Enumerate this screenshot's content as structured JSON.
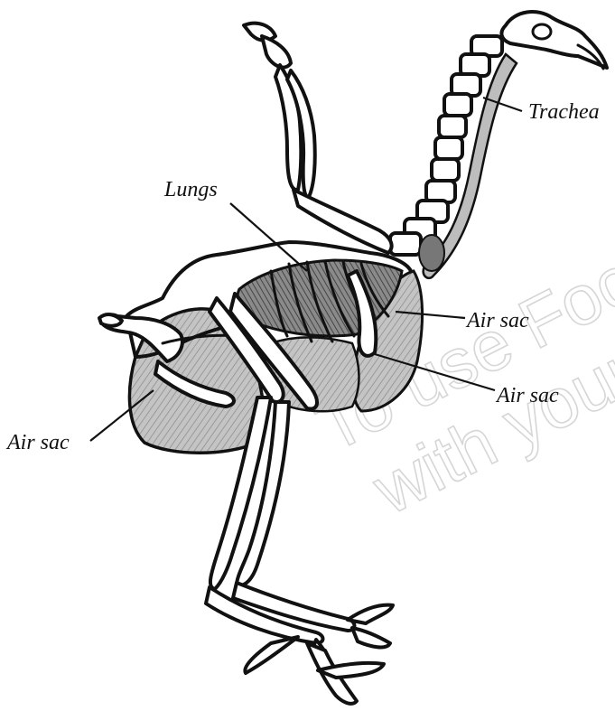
{
  "labels": {
    "trachea": "Trachea",
    "lungs": "Lungs",
    "air_sac_upper": "Air sac",
    "air_sac_lower": "Air sac",
    "air_sac_left": "Air sac"
  },
  "watermark": {
    "line1": "To use Focus",
    "line2": "with your st"
  },
  "colors": {
    "outline": "#111111",
    "air_sac_fill": "#b9b9b9",
    "lung_fill": "#6f6f6f",
    "watermark": "#c9c9c9"
  }
}
